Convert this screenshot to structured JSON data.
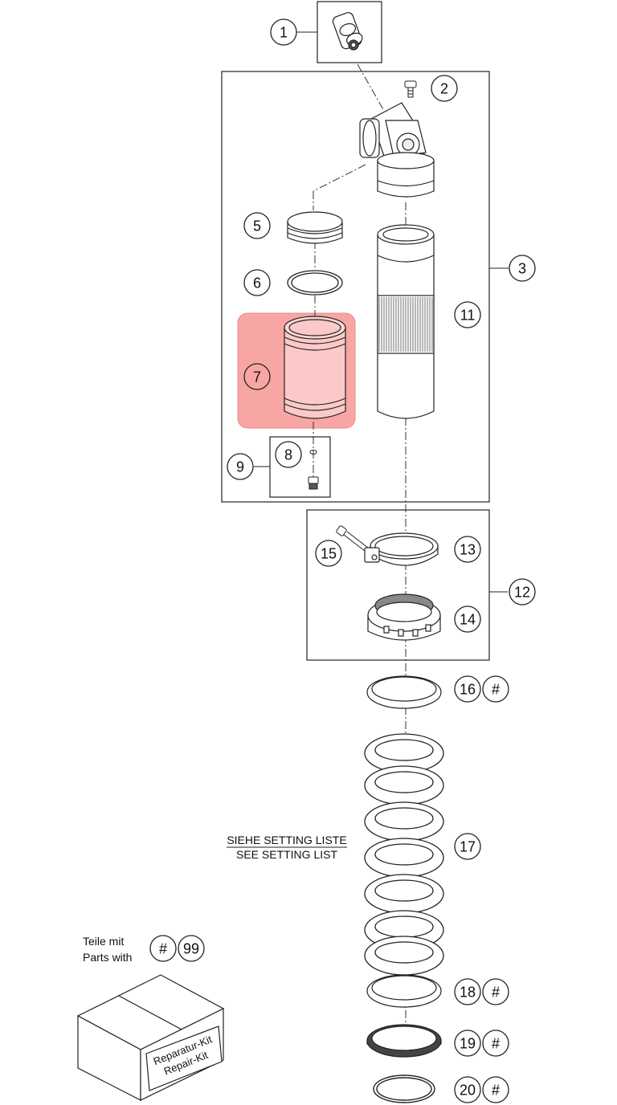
{
  "callouts": {
    "p1": "1",
    "p2": "2",
    "p3": "3",
    "p5": "5",
    "p6": "6",
    "p7": "7",
    "p8": "8",
    "p9": "9",
    "p11": "11",
    "p12": "12",
    "p13": "13",
    "p14": "14",
    "p15": "15",
    "p16": "16",
    "p17": "17",
    "p18": "18",
    "p19": "19",
    "p20": "20",
    "p99": "99",
    "hash": "#"
  },
  "setting_note": {
    "line1": "SIEHE SETTING LISTE",
    "line2": "SEE SETTING LIST"
  },
  "legend": {
    "line1": "Teile mit",
    "line2": "Parts with"
  },
  "kit_box": {
    "line1": "Reparatur-Kit",
    "line2": "Repair-Kit"
  },
  "colors": {
    "highlight": "#f7a6a4",
    "highlight_border": "#e88a88",
    "line": "#222222"
  }
}
